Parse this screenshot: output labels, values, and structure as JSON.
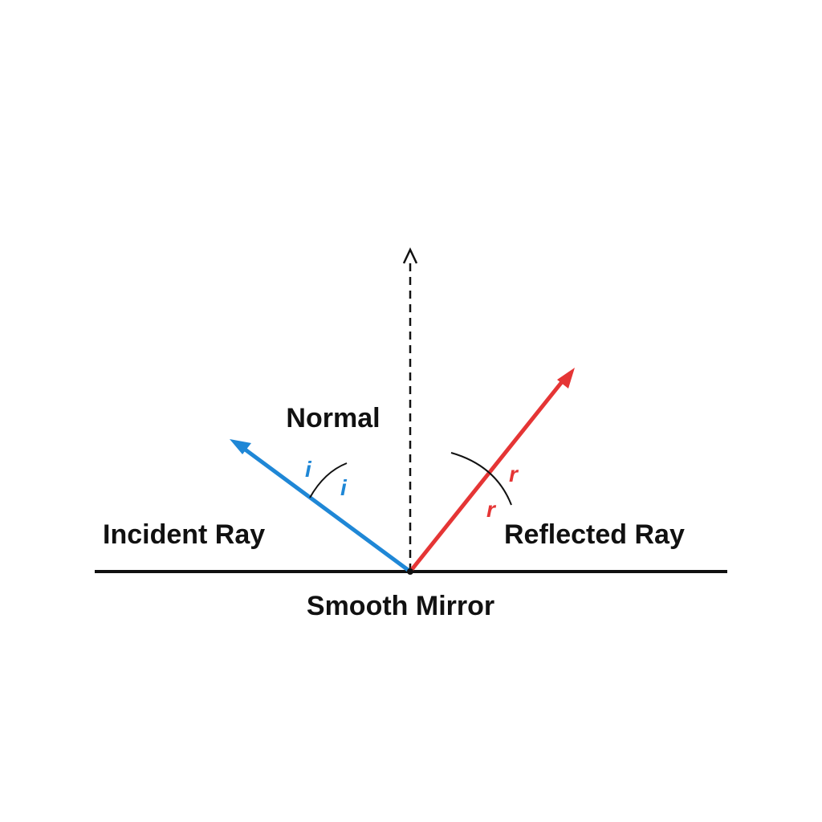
{
  "labels": {
    "normal": "Normal",
    "incident_ray": "Incident Ray",
    "reflected_ray": "Reflected Ray",
    "mirror": "Smooth Mirror",
    "incidence_angle": "i",
    "reflection_angle": "r"
  },
  "colors": {
    "incident": "#1f87d6",
    "reflected": "#e53535",
    "mirror": "#111111",
    "normal": "#111111",
    "text": "#111111"
  },
  "angles_equal": true
}
